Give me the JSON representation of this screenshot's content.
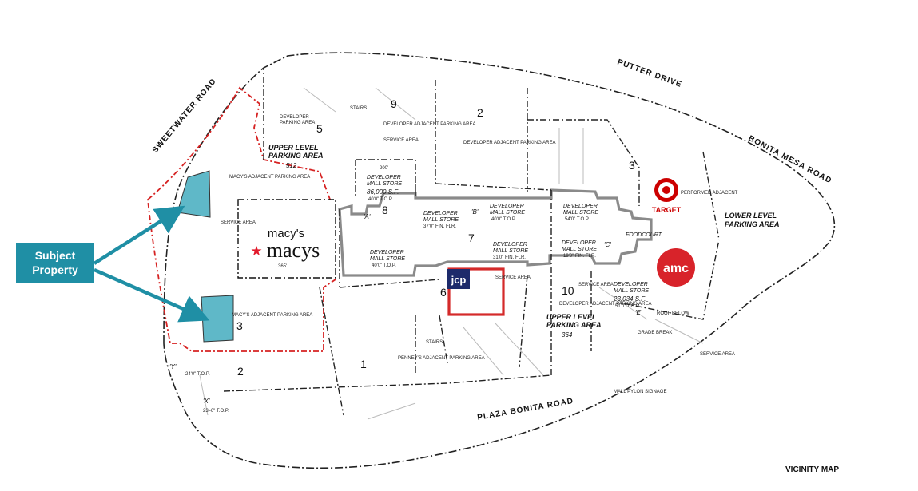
{
  "roads": {
    "sweetwater": "SWEETWATER ROAD",
    "putter": "PUTTER DRIVE",
    "bonita_mesa": "BONITA    MESA  ROAD",
    "plaza_bonita": "PLAZA BONITA ROAD"
  },
  "legend": {
    "line1": "Subject",
    "line2": "Property"
  },
  "footer": "VICINITY MAP",
  "areas": {
    "n1": "1",
    "n2a": "2",
    "n2b": "2",
    "n3a": "3",
    "n3b": "3",
    "n5": "5",
    "n6": "6",
    "n7": "7",
    "n8": "8",
    "n9": "9",
    "n10": "10"
  },
  "labels": {
    "upper_level_left_1": "UPPER LEVEL",
    "upper_level_left_2": "PARKING AREA",
    "upper_level_left_3": "512",
    "upper_level_right_1": "UPPER LEVEL",
    "upper_level_right_2": "PARKING AREA",
    "upper_level_right_3": "364",
    "lower_level_1": "LOWER LEVEL",
    "lower_level_2": "PARKING AREA",
    "dev_parking_5_1": "DEVELOPER",
    "dev_parking_5_2": "PARKING AREA",
    "dev_adj_9": "DEVELOPER ADJACENT PARKING AREA",
    "service_area_9": "SERVICE AREA",
    "dev_adj_2": "DEVELOPER ADJACENT PARKING AREA",
    "macys_adj": "MACY'S ADJACENT PARKING AREA",
    "macys_adj_3": "MACY'S ADJACENT PARKING AREA",
    "penneys_adj": "PENNEY'S ADJACENT PARKING AREA",
    "service_area_left": "SERVICE AREA",
    "stairs_top": "STAIRS",
    "stairs_bottom": "STAIRS",
    "dev_mall_86_1": "DEVELOPER",
    "dev_mall_86_2": "MALL STORE",
    "dev_mall_86_3": "86,000 S.F.",
    "dev_mall_86_4": "40'0\" T.O.P.",
    "dim_200": "200'",
    "dim_365": "365'",
    "mall_store_a_1": "DEVELOPER",
    "mall_store_a_2": "MALL STORE",
    "mall_store_a_3": "40'0\" T.O.P.",
    "mall_store_b_1": "DEVELOPER",
    "mall_store_b_2": "MALL STORE",
    "mall_store_b_3": "37'0\" FIN. FLR.",
    "mall_store_b2_1": "DEVELOPER",
    "mall_store_b2_2": "MALL STORE",
    "mall_store_b2_3": "40'0\" T.O.P.",
    "mall_store_7_1": "DEVELOPER",
    "mall_store_7_2": "MALL STORE",
    "mall_store_7_3": "31'0\" FIN. FLR.",
    "mall_store_c1_1": "DEVELOPER",
    "mall_store_c1_2": "MALL STORE",
    "mall_store_c1_3": "54'0\" T.O.P.",
    "mall_store_c2_1": "DEVELOPER",
    "mall_store_c2_2": "MALL STORE",
    "mall_store_c2_3": "19'0\" FIN. FLR.",
    "mall_store_e_1": "DEVELOPER",
    "mall_store_e_2": "MALL STORE",
    "mall_store_e_3": "23,034 S.F.",
    "mall_store_e_4": "51'0\" T.O.P.",
    "dev_adj_10": "DEVELOPER ADJACENT PARKING AREA",
    "service_area_10": "SERVICE AREA",
    "service_area_right": "SERVICE AREA",
    "service_area_jcp": "SERVICE AREA",
    "foodcourt": "FOODCOURT",
    "performed_adj": "PERFORMED ADJACENT",
    "roof_below": "ROOF BELOW",
    "grade_break": "GRADE BREAK",
    "mall_pylon": "MALL PYLON SIGNAGE",
    "y_elev": "24'0\" T.O.P.",
    "x_elev": "23'-6\" T.O.P.",
    "mark_a": "'A'",
    "mark_b": "'B'",
    "mark_c": "'C'",
    "mark_e": "'E'",
    "mark_y": "'Y'",
    "mark_x": "'X'"
  },
  "logos": {
    "macys_small": "macy's",
    "macys_big": "macys",
    "jcp": "jcp",
    "target": "TARGET",
    "amc": "amc"
  },
  "colors": {
    "subject_fill": "#5fb8c8",
    "arrow": "#1f8fa5",
    "macys_red": "#e21a2c",
    "jcp_red": "#d42a2a",
    "jcp_navy": "#1d2a6b",
    "target_red": "#cc0000",
    "amc_red": "#d8232a",
    "mall_outline": "#8a8a8a"
  }
}
